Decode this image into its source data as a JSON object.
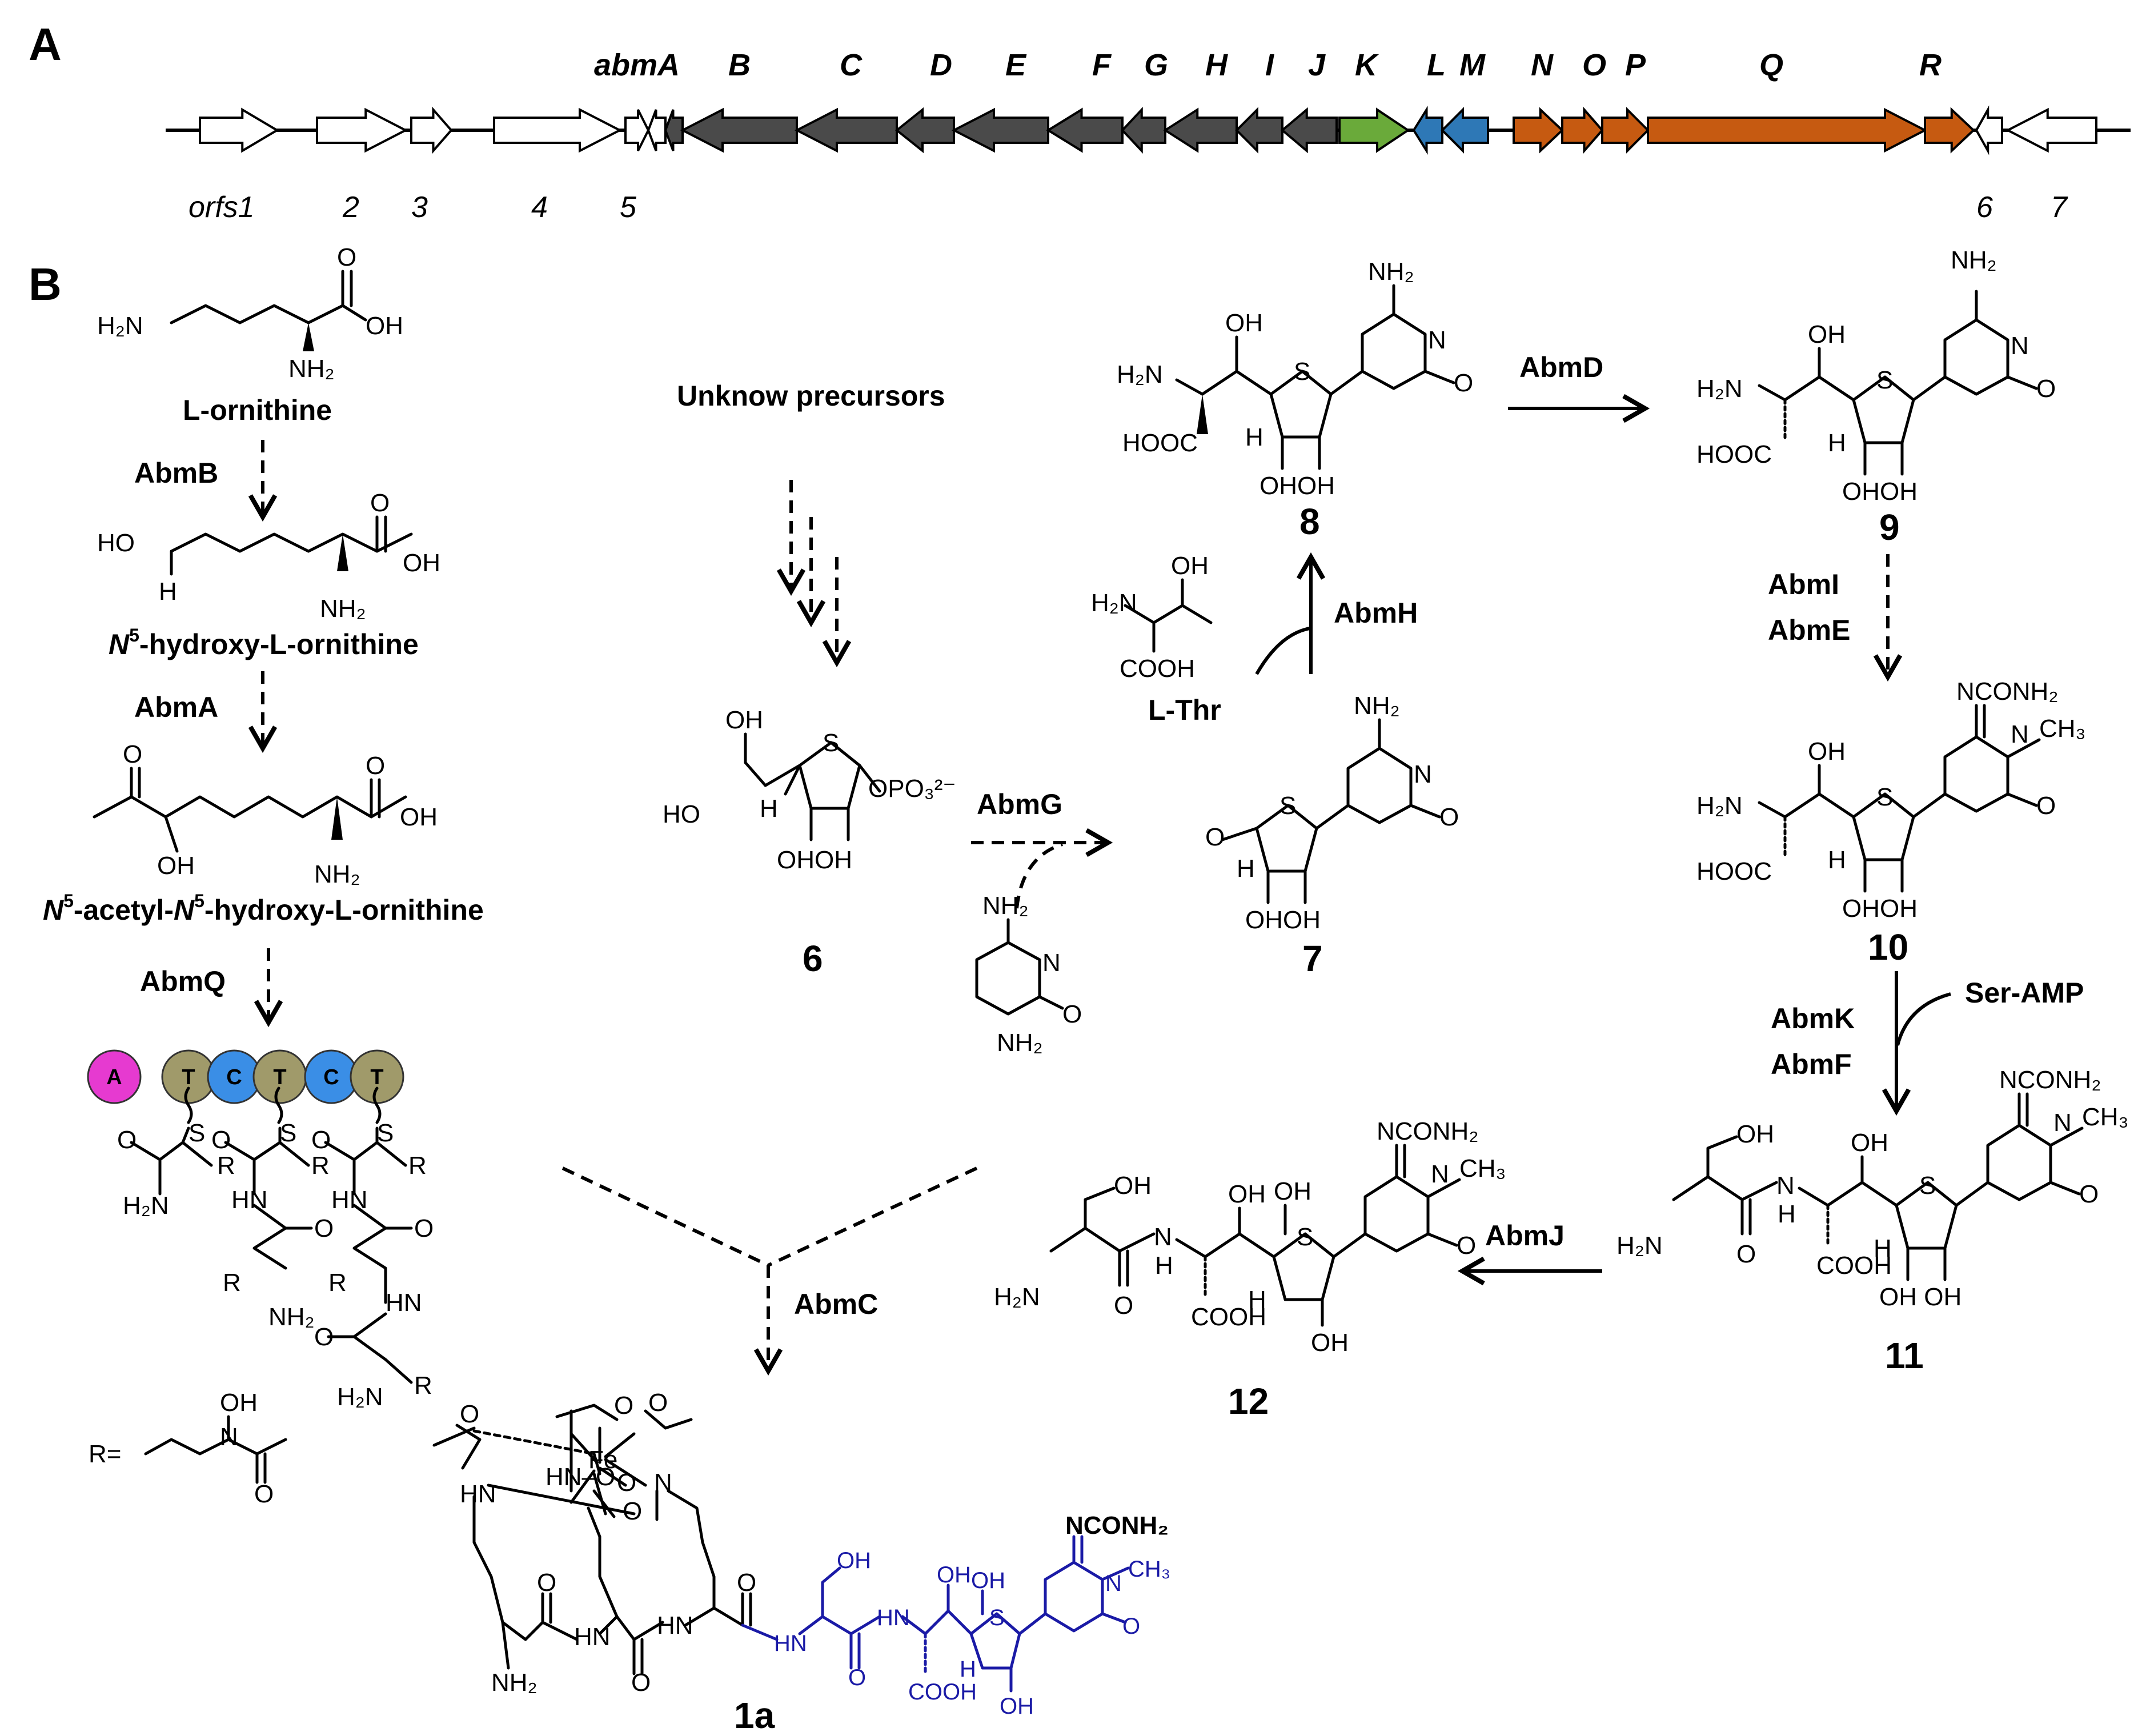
{
  "panels": {
    "a": "A",
    "b": "B"
  },
  "gene_cluster": {
    "genes": [
      {
        "label": "abmA",
        "color": "#ffffff"
      },
      {
        "label": "B",
        "color": "#4a4a4a"
      },
      {
        "label": "C",
        "color": "#4a4a4a"
      },
      {
        "label": "D",
        "color": "#4a4a4a"
      },
      {
        "label": "E",
        "color": "#4a4a4a"
      },
      {
        "label": "F",
        "color": "#4a4a4a"
      },
      {
        "label": "G",
        "color": "#4a4a4a"
      },
      {
        "label": "H",
        "color": "#4a4a4a"
      },
      {
        "label": "I",
        "color": "#4a4a4a"
      },
      {
        "label": "J",
        "color": "#4a4a4a"
      },
      {
        "label": "K",
        "color": "#6aaa3a"
      },
      {
        "label": "L",
        "color": "#2e78b6"
      },
      {
        "label": "M",
        "color": "#2e78b6"
      },
      {
        "label": "N",
        "color": "#c65a11"
      },
      {
        "label": "O",
        "color": "#c65a11"
      },
      {
        "label": "P",
        "color": "#c65a11"
      },
      {
        "label": "Q",
        "color": "#c65a11"
      },
      {
        "label": "R",
        "color": "#c65a11"
      }
    ],
    "orfs": [
      "orfs1",
      "2",
      "3",
      "4",
      "5",
      "6",
      "7"
    ]
  },
  "compounds": {
    "ornithine": "L-ornithine",
    "hydroxy_prefix": "N",
    "hydroxy_sup": "5",
    "hydroxy_rest": "-hydroxy-L-ornithine",
    "acetyl_a": "N",
    "acetyl_sup1": "5",
    "acetyl_b": "-acetyl-",
    "acetyl_c": "N",
    "acetyl_sup2": "5",
    "acetyl_d": "-hydroxy-L-ornithine",
    "unknown": "Unknow precursors",
    "thr": "L-Thr",
    "ser_amp": "Ser-AMP",
    "r_def": "R="
  },
  "numbers": {
    "c6": "6",
    "c7": "7",
    "c8": "8",
    "c9": "9",
    "c10": "10",
    "c11": "11",
    "c12": "12",
    "c1a": "1a"
  },
  "enzymes": {
    "abmB": "AbmB",
    "abmA": "AbmA",
    "abmQ": "AbmQ",
    "abmG": "AbmG",
    "abmH": "AbmH",
    "abmD": "AbmD",
    "abmI": "AbmI",
    "abmE": "AbmE",
    "abmK": "AbmK",
    "abmF": "AbmF",
    "abmJ": "AbmJ",
    "abmC": "AbmC"
  },
  "nrps": {
    "modules": [
      "A",
      "T",
      "C",
      "T",
      "C",
      "T"
    ],
    "colors": {
      "A": "#e63ad0",
      "T": "#a09a6a",
      "C": "#3a8ee6"
    }
  },
  "atoms": {
    "h2n": "H₂N",
    "oh": "OH",
    "nh2": "NH₂",
    "ho": "HO",
    "h": "H",
    "n": "N",
    "o": "O",
    "s": "S",
    "hooc": "HOOC",
    "cooh": "COOH",
    "ohoh": "OHOH",
    "nconh2": "NCONH₂",
    "ch3": "CH₃",
    "opo3": "OPO₃²⁻",
    "fe": "Fe",
    "hn": "HN",
    "r": "R",
    "ohoh2": "OH OH",
    "hn_o": "HN–O"
  }
}
